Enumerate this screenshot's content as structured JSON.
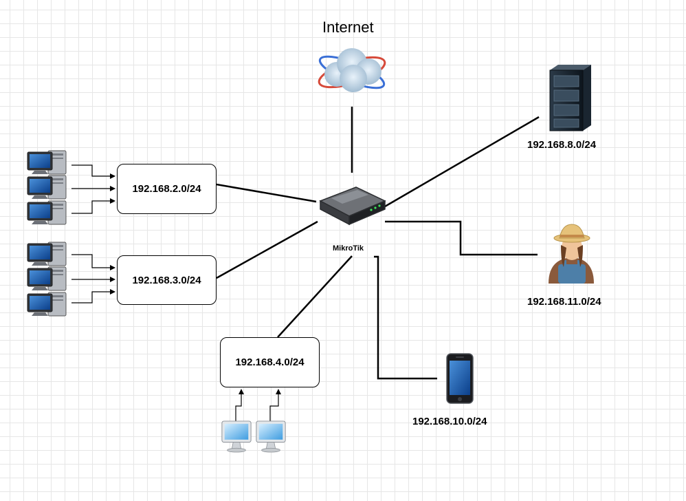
{
  "internet": {
    "label": "Internet"
  },
  "router": {
    "label": "MikroTik"
  },
  "subnets": {
    "s2": "192.168.2.0/24",
    "s3": "192.168.3.0/24",
    "s4": "192.168.4.0/24"
  },
  "endpoints": {
    "server": "192.168.8.0/24",
    "user": "192.168.11.0/24",
    "phone": "192.168.10.0/24"
  },
  "icons": {
    "cloud": "internet-cloud-icon",
    "router": "router-icon",
    "desktop": "desktop-computer-icon",
    "monitor": "monitor-icon",
    "server": "server-rack-icon",
    "user": "farmer-user-icon",
    "phone": "smartphone-icon"
  }
}
